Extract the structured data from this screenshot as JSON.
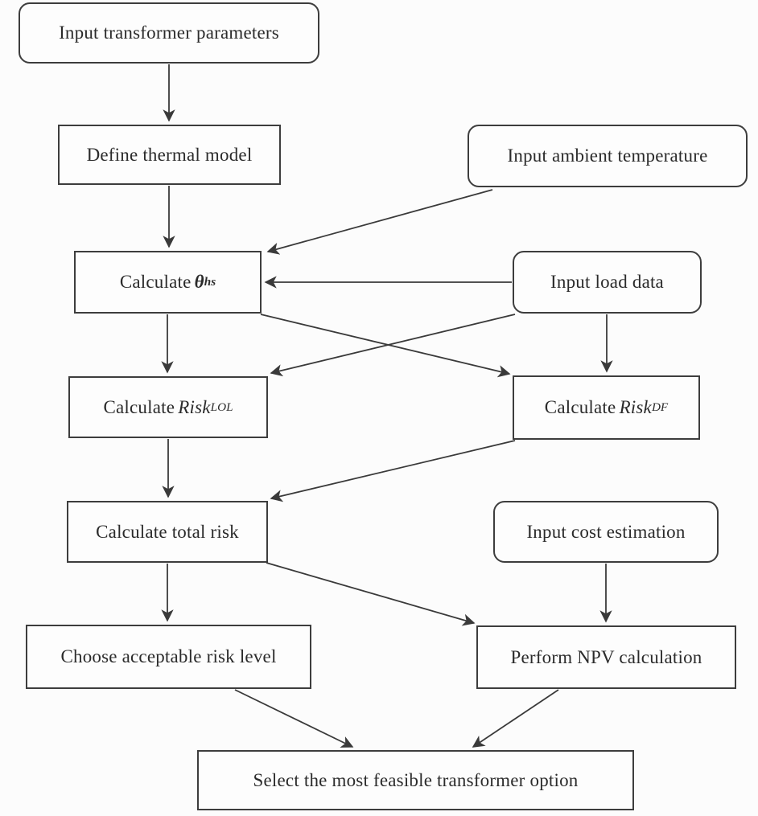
{
  "nodes": {
    "input_transformer_parameters": {
      "text": "Input transformer parameters"
    },
    "define_thermal_model": {
      "text": "Define thermal model"
    },
    "input_ambient_temperature": {
      "text": "Input ambient temperature"
    },
    "calculate_theta_hs": {
      "text": "Calculate",
      "math": "θ",
      "sub": "hs"
    },
    "input_load_data": {
      "text": "Input load data"
    },
    "calculate_risk_lol": {
      "text": "Calculate",
      "math": "Risk",
      "sub": "LOL"
    },
    "calculate_risk_df": {
      "text": "Calculate",
      "math": "Risk",
      "sub": "DF"
    },
    "calculate_total_risk": {
      "text": "Calculate total risk"
    },
    "input_cost_estimation": {
      "text": "Input cost estimation"
    },
    "choose_acceptable_risk_level": {
      "text": "Choose acceptable risk level"
    },
    "perform_npv_calculation": {
      "text": "Perform NPV calculation"
    },
    "select_option": {
      "text": "Select the most feasible transformer option"
    }
  },
  "edges": [
    {
      "from": "input_transformer_parameters",
      "to": "define_thermal_model"
    },
    {
      "from": "define_thermal_model",
      "to": "calculate_theta_hs"
    },
    {
      "from": "input_ambient_temperature",
      "to": "calculate_theta_hs"
    },
    {
      "from": "input_load_data",
      "to": "calculate_theta_hs"
    },
    {
      "from": "calculate_theta_hs",
      "to": "calculate_risk_lol"
    },
    {
      "from": "calculate_theta_hs",
      "to": "calculate_risk_df"
    },
    {
      "from": "input_load_data",
      "to": "calculate_risk_lol"
    },
    {
      "from": "input_load_data",
      "to": "calculate_risk_df"
    },
    {
      "from": "calculate_risk_lol",
      "to": "calculate_total_risk"
    },
    {
      "from": "calculate_risk_df",
      "to": "calculate_total_risk"
    },
    {
      "from": "calculate_total_risk",
      "to": "choose_acceptable_risk_level"
    },
    {
      "from": "calculate_total_risk",
      "to": "perform_npv_calculation"
    },
    {
      "from": "input_cost_estimation",
      "to": "perform_npv_calculation"
    },
    {
      "from": "choose_acceptable_risk_level",
      "to": "select_option"
    },
    {
      "from": "perform_npv_calculation",
      "to": "select_option"
    }
  ],
  "colors": {
    "line": "#3a3a3a",
    "border": "#3d3d3d",
    "text": "#2b2b2b",
    "background": "#fcfcfc"
  }
}
